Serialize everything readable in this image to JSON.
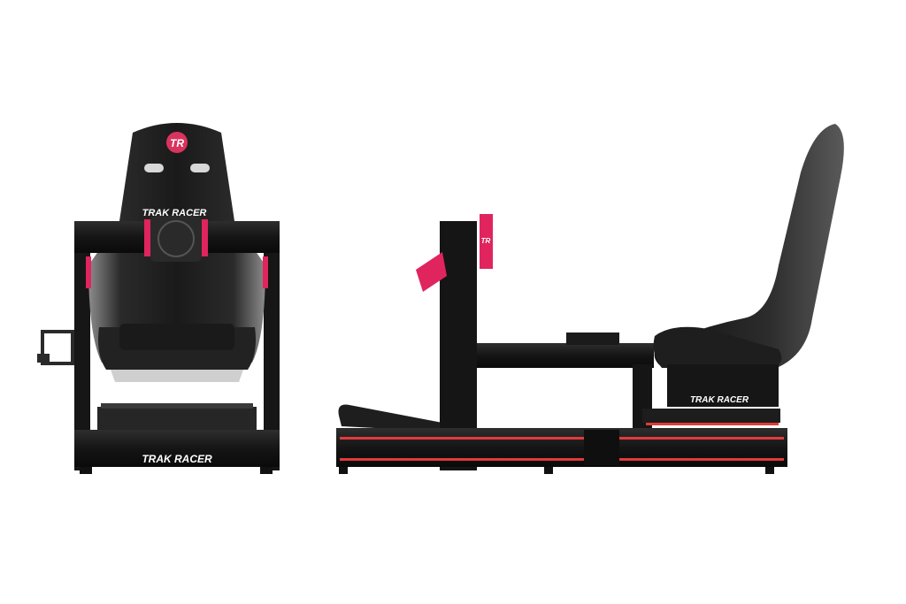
{
  "scene": {
    "background": "#ffffff",
    "subject": "sim racing cockpit product photo (front and side views)"
  },
  "branding": {
    "logo_initials": "TR",
    "front_seat_text": "TRAK RACER",
    "front_base_text": "TRAK RACER",
    "side_bracket_text": "TRAK RACER",
    "side_logo_initials": "TR"
  },
  "colors": {
    "frame": "#141414",
    "frame_mid": "#2a2a2a",
    "accent_pink": "#e0245e",
    "accent_red": "#e23a3a",
    "seat_black": "#1b1b1b",
    "seat_grey": "#9a9a9a"
  }
}
